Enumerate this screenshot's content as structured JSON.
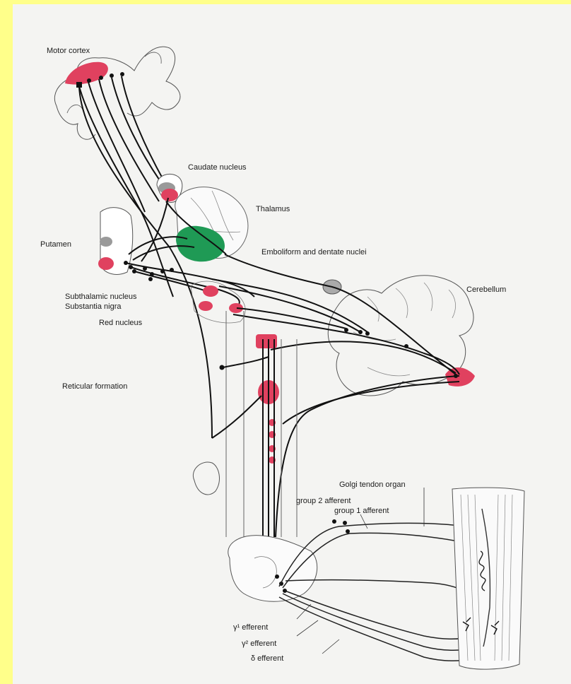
{
  "labels": {
    "motor_cortex": "Motor cortex",
    "caudate_nucleus": "Caudate nucleus",
    "thalamus": "Thalamus",
    "putamen": "Putamen",
    "emboliform_dentate": "Emboliform and dentate nuclei",
    "cerebellum": "Cerebellum",
    "subthalamic_nucleus": "Subthalamic nucleus",
    "substantia_nigra": "Substantia nigra",
    "red_nucleus": "Red nucleus",
    "reticular_formation": "Reticular formation",
    "golgi_tendon_organ": "Golgi tendon organ",
    "group2_afferent": "group 2 afferent",
    "group1_afferent": "group 1 afferent",
    "gamma1_efferent": "γ¹ efferent",
    "gamma2_efferent": "γ² efferent",
    "delta_efferent": "δ efferent"
  },
  "colors": {
    "nucleus_red": "#e0415f",
    "thalamus_green": "#1f9a55",
    "tract": "#111111",
    "gray_nucleus": "#9a9a9a",
    "frame": "#ffff8a"
  }
}
